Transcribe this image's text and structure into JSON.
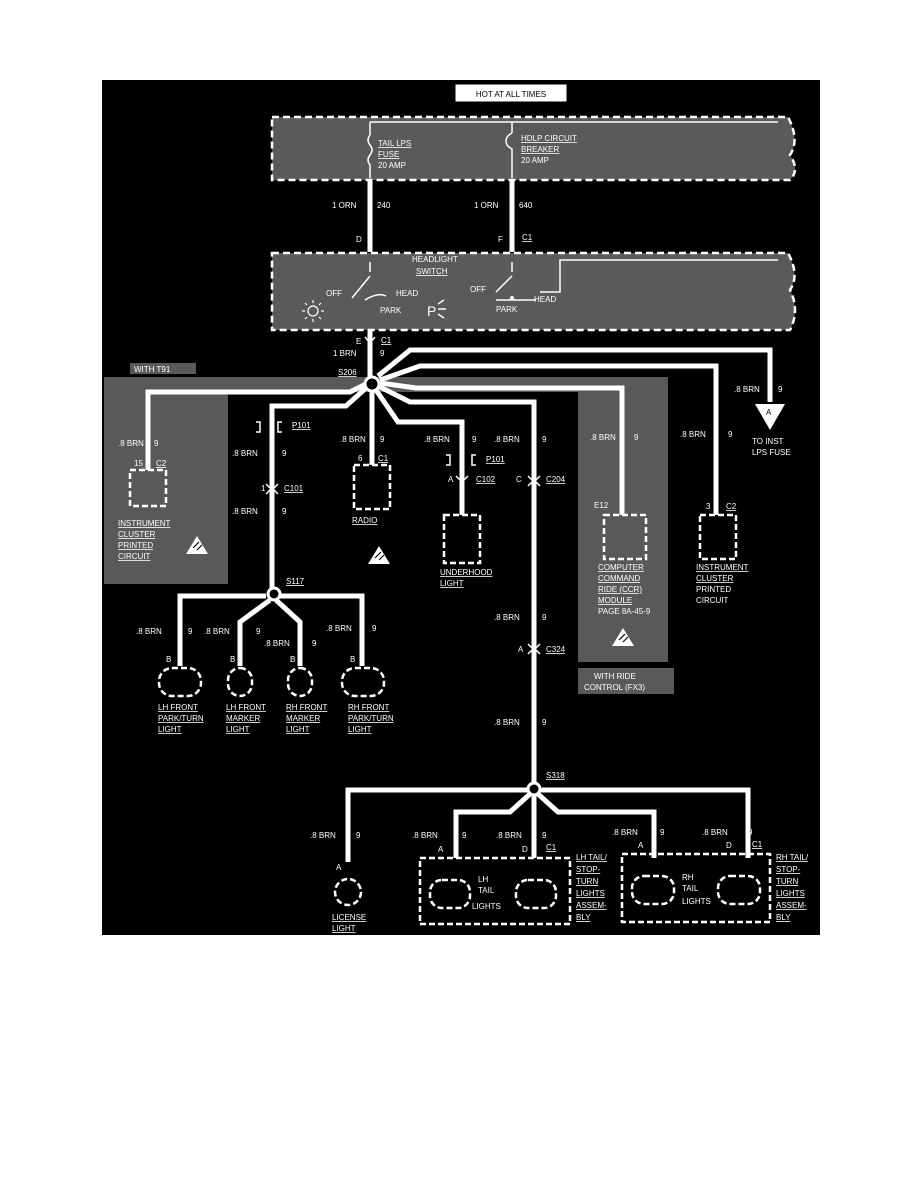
{
  "header": {
    "title": "HOT AT ALL TIMES"
  },
  "fuse_block": {
    "fuse_lines": [
      "TAIL LPS",
      "FUSE",
      "20 AMP"
    ],
    "breaker_lines": [
      "HDLP CIRCUIT",
      "BREAKER",
      "20 AMP"
    ],
    "left_circuit": {
      "wire": "1 ORN",
      "number": "240",
      "pin": "D"
    },
    "right_circuit": {
      "wire": "1 ORN",
      "number": "640",
      "pin": "F",
      "connector": "C1"
    }
  },
  "headlight_switch": {
    "lines": [
      "HEADLIGHT",
      "SWITCH"
    ],
    "left": {
      "off": "OFF",
      "head": "HEAD",
      "park": "PARK"
    },
    "right": {
      "off": "OFF",
      "head": "HEAD",
      "park": "PARK"
    },
    "park_symbol": "P",
    "output": {
      "pin": "E",
      "connector": "C1",
      "wire": "1 BRN",
      "number": "9"
    }
  },
  "options": {
    "t91": "WITH T91",
    "ride_control": [
      "WITH RIDE",
      "CONTROL (FX3)"
    ]
  },
  "splices": {
    "s206": "S206",
    "s117": "S117",
    "s318": "S318"
  },
  "wire_labels": {
    "brn": ".8 BRN",
    "num": "9"
  },
  "connectors": {
    "p101": "P101",
    "c101": "C101",
    "c102": "C102",
    "c204": "C204",
    "c324": "C324",
    "c1": "C1",
    "c2": "C2"
  },
  "pins": {
    "ic_left": "15",
    "radio": "6",
    "c101": "1",
    "underhood": "A",
    "c204": "C",
    "ccr": "E12",
    "ic_right": "3",
    "b": "B",
    "a": "A",
    "d": "D"
  },
  "components": {
    "ic_left": [
      "INSTRUMENT",
      "CLUSTER",
      "PRINTED",
      "CIRCUIT"
    ],
    "radio": "RADIO",
    "underhood": [
      "UNDERHOOD",
      "LIGHT"
    ],
    "ccr": [
      "COMPUTER",
      "COMMAND",
      "RIDE (CCR)",
      "MODULE",
      "PAGE 8A-45-9"
    ],
    "ic_right": [
      "INSTRUMENT",
      "CLUSTER",
      "PRINTED",
      "CIRCUIT"
    ],
    "inst_fuse": [
      "TO INST",
      "LPS FUSE"
    ],
    "inst_fuse_ref": "A",
    "lh_park": [
      "LH FRONT",
      "PARK/TURN",
      "LIGHT"
    ],
    "lh_marker": [
      "LH FRONT",
      "MARKER",
      "LIGHT"
    ],
    "rh_marker": [
      "RH FRONT",
      "MARKER",
      "LIGHT"
    ],
    "rh_park": [
      "RH FRONT",
      "PARK/TURN",
      "LIGHT"
    ],
    "license": [
      "LICENSE",
      "LIGHT"
    ],
    "lh_tail_inner": [
      "LH",
      "TAIL",
      "LIGHTS"
    ],
    "lh_tail_assy": [
      "LH TAIL/",
      "STOP-",
      "TURN",
      "LIGHTS",
      "ASSEM-",
      "BLY"
    ],
    "rh_tail_inner": [
      "RH",
      "TAIL",
      "LIGHTS"
    ],
    "rh_tail_assy": [
      "RH TAIL/",
      "STOP-",
      "TURN",
      "LIGHTS",
      "ASSEM-",
      "BLY"
    ]
  },
  "colors": {
    "background": "#000000",
    "wire": "#ffffff",
    "shade": "#5a5a5a"
  }
}
